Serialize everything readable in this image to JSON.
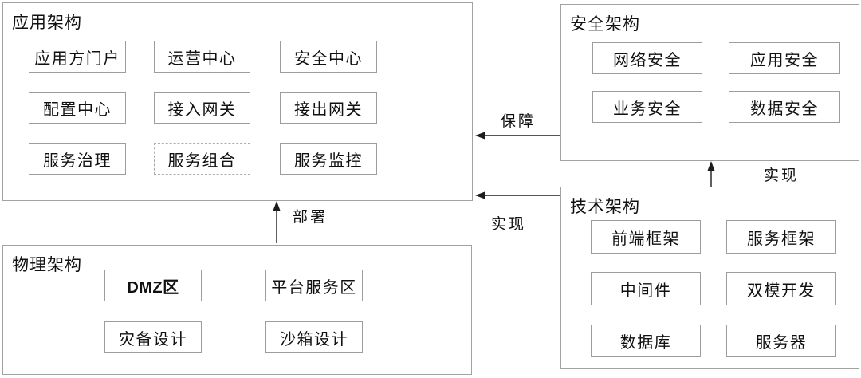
{
  "diagram": {
    "background_color": "#ffffff",
    "box_border_color": "#a2a2a2",
    "node_border_color": "#9d9d9d",
    "arrow_color": "#1c1c1c",
    "text_color": "#111111"
  },
  "groups": [
    {
      "id": "application",
      "title": "应用架构",
      "items": [
        "应用方门户",
        "运营中心",
        "安全中心",
        "配置中心",
        "接入网关",
        "接出网关",
        "服务治理",
        "服务组合",
        "服务监控"
      ]
    },
    {
      "id": "security",
      "title": "安全架构",
      "items": [
        "网络安全",
        "应用安全",
        "业务安全",
        "数据安全"
      ]
    },
    {
      "id": "technology",
      "title": "技术架构",
      "items": [
        "前端框架",
        "服务框架",
        "中间件",
        "双模开发",
        "数据库",
        "服务器"
      ]
    },
    {
      "id": "physical",
      "title": "物理架构",
      "items": [
        "DMZ区",
        "平台服务区",
        "灾备设计",
        "沙箱设计"
      ]
    }
  ],
  "arrows": [
    {
      "label": "保障",
      "from": "security",
      "to": "application"
    },
    {
      "label": "实现",
      "from": "technology",
      "to": "security"
    },
    {
      "label": "实现",
      "from": "technology",
      "to": "application"
    },
    {
      "label": "部署",
      "from": "physical",
      "to": "application"
    }
  ]
}
